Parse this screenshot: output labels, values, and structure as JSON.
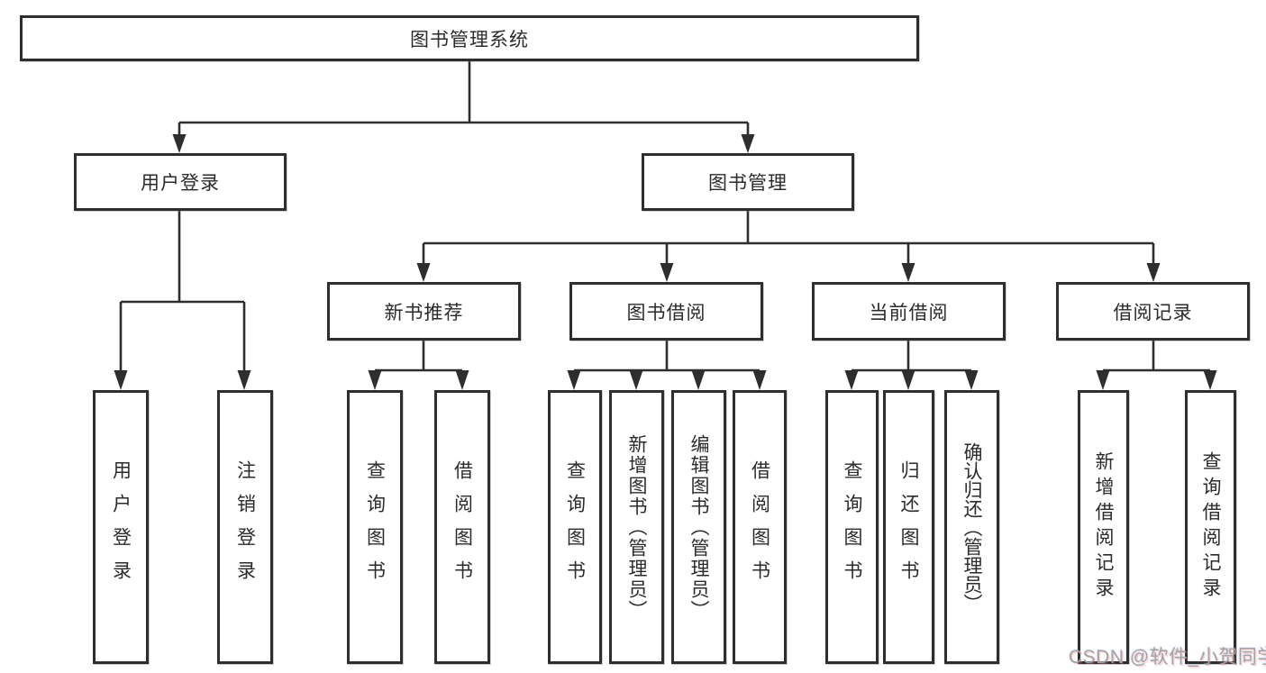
{
  "tree": {
    "label": "图书管理系统",
    "children": [
      {
        "label": "用户登录",
        "children": [
          {
            "label": "用户登录"
          },
          {
            "label": "注销登录"
          }
        ]
      },
      {
        "label": "图书管理",
        "children": [
          {
            "label": "新书推荐",
            "children": [
              {
                "label": "查询图书"
              },
              {
                "label": "借阅图书"
              }
            ]
          },
          {
            "label": "图书借阅",
            "children": [
              {
                "label": "查询图书"
              },
              {
                "label": "新增图书（管理员）"
              },
              {
                "label": "编辑图书（管理员）"
              },
              {
                "label": "借阅图书"
              }
            ]
          },
          {
            "label": "当前借阅",
            "children": [
              {
                "label": "查询图书"
              },
              {
                "label": "归还图书"
              },
              {
                "label": "确认归还（管理员）"
              }
            ]
          },
          {
            "label": "借阅记录",
            "children": [
              {
                "label": "新增借阅记录"
              },
              {
                "label": "查询借阅记录"
              }
            ]
          }
        ]
      }
    ]
  },
  "watermark": {
    "text": "CSDN @软件_小贺同学"
  },
  "colors": {
    "line": "#2e2e2e",
    "box_border": "#2e2e2e",
    "text": "#2b2b2b",
    "watermark": "#a3a3a3",
    "background": "#ffffff"
  }
}
